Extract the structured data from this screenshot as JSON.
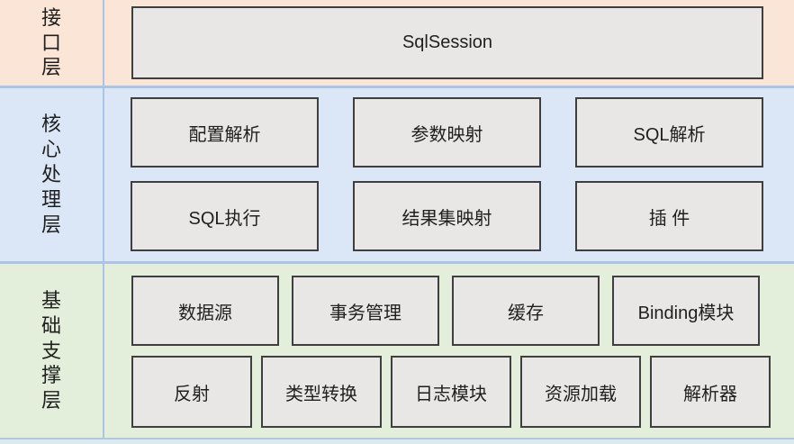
{
  "colors": {
    "layer1-bg": "#fbe5d6",
    "layer2-bg": "#dbe7f6",
    "layer3-bg": "#e3efdb",
    "divider": "#a9c4e6",
    "box-bg": "#e8e7e6",
    "box-border": "#3f3f3f",
    "text": "#1f1f1f",
    "footer-bg": "#dde9f2",
    "footer-border": "#aecbd9"
  },
  "layers": [
    {
      "label": "接口层",
      "rows": [
        {
          "boxes": [
            {
              "label": "SqlSession"
            }
          ]
        }
      ]
    },
    {
      "label": "核心处理层",
      "rows": [
        {
          "boxes": [
            {
              "label": "配置解析"
            },
            {
              "label": "参数映射"
            },
            {
              "label": "SQL解析"
            }
          ]
        },
        {
          "boxes": [
            {
              "label": "SQL执行"
            },
            {
              "label": "结果集映射"
            },
            {
              "label": "插 件"
            }
          ]
        }
      ]
    },
    {
      "label": "基础支撑层",
      "rows": [
        {
          "boxes": [
            {
              "label": "数据源"
            },
            {
              "label": "事务管理"
            },
            {
              "label": "缓存"
            },
            {
              "label": "Binding模块"
            }
          ]
        },
        {
          "boxes": [
            {
              "label": "反射"
            },
            {
              "label": "类型转换"
            },
            {
              "label": "日志模块"
            },
            {
              "label": "资源加载"
            },
            {
              "label": "解析器"
            }
          ]
        }
      ]
    }
  ]
}
